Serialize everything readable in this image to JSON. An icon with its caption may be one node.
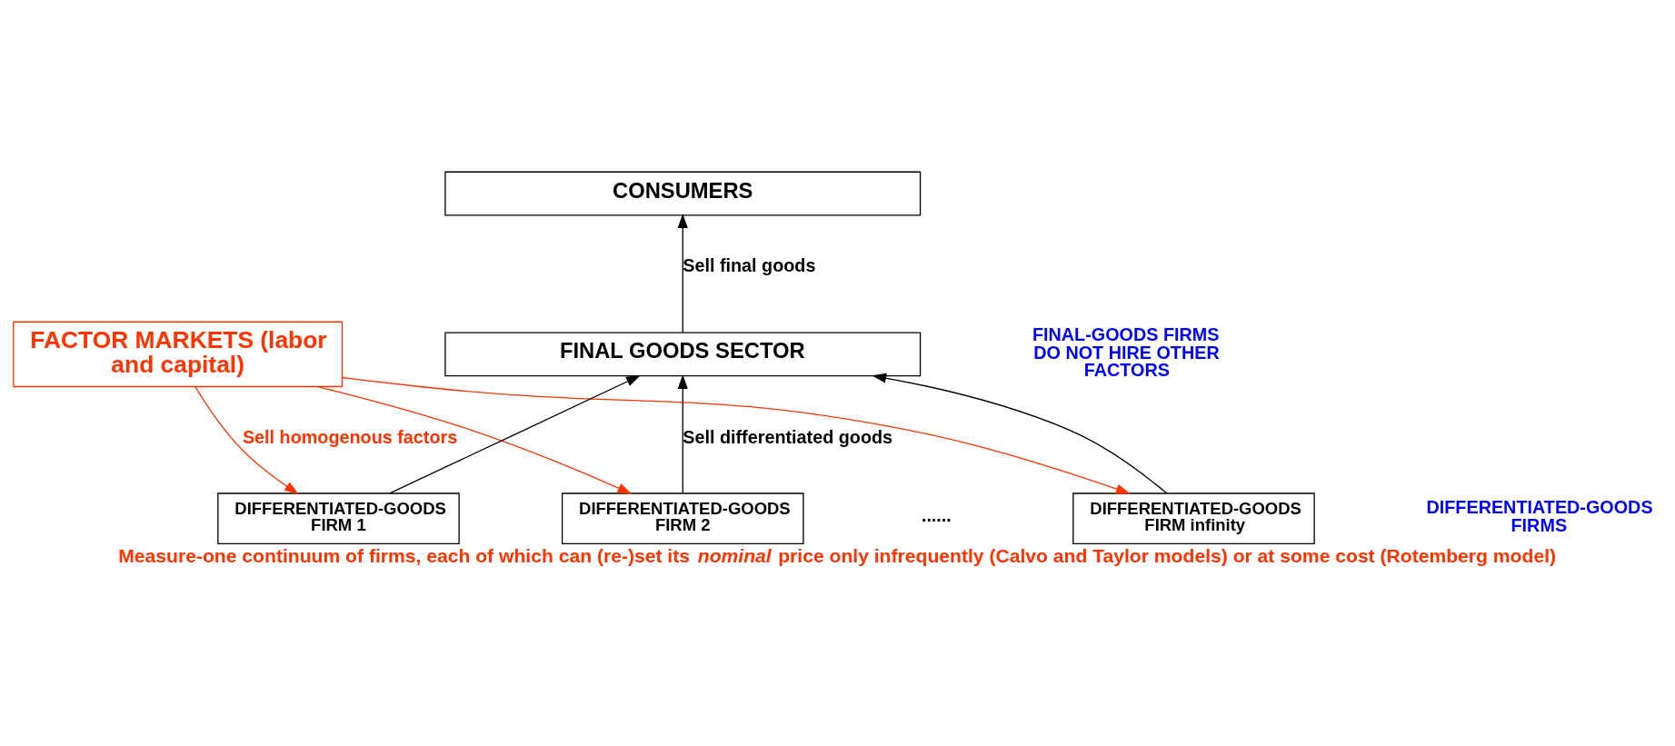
{
  "diagram": {
    "caption": "Measure-one continuum of firms, each of which can (re-)set its *nominal* price only infrequently (Calvo and Taylor models) or at some cost (Rotemberg model)",
    "nodes": [
      {
        "text": [
          "CONSUMERS"
        ]
      },
      {
        "text": [
          "FINAL GOODS SECTOR"
        ]
      },
      {
        "text": [
          "FACTOR MARKETS (labor and capital)"
        ]
      },
      {
        "text": [
          "DIFFERENTIATED-GOODS FIRM 1"
        ]
      },
      {
        "text": [
          "DIFFERENTIATED-GOODS FIRM 2"
        ]
      },
      {
        "text": [
          "DIFFERENTIATED-GOODS FIRM infinity"
        ]
      }
    ],
    "edges": [
      {
        "from": 1,
        "to": 0,
        "arrow": "to",
        "label": "Sell final goods"
      },
      {
        "from": 3,
        "to": 1,
        "arrow": "to"
      },
      {
        "from": 4,
        "to": 1,
        "arrow": "to",
        "label": "Sell differentiated goods"
      },
      {
        "from": 5,
        "to": 1,
        "arrow": "to"
      },
      {
        "from": 2,
        "to": 3,
        "arrow": "to",
        "color": "#ff3300",
        "label": "Sell homogenous factors"
      },
      {
        "from": 2,
        "to": 4,
        "arrow": "to",
        "color": "#ff3300"
      },
      {
        "from": 2,
        "to": 5,
        "arrow": "to",
        "color": "#ff3300"
      }
    ],
    "labels": [
      "FINAL-GOODS FIRMS DO NOT HIRE OTHER FACTORS",
      "......",
      "DIFFERENTIATED-GOODS FIRMS"
    ]
  }
}
